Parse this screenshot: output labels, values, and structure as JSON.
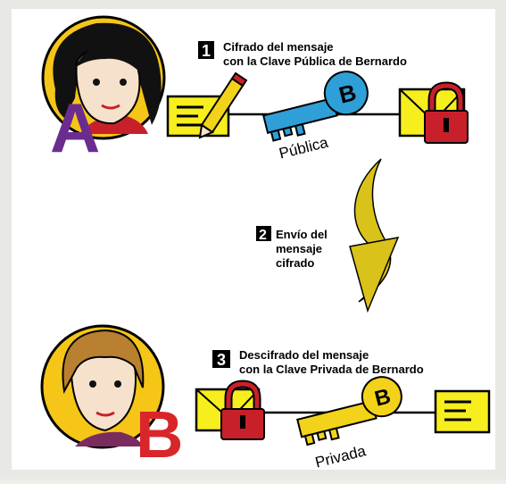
{
  "colors": {
    "border": "#e8e8e4",
    "panel": "#ffffff",
    "circle": "#f5c518",
    "paper": "#f7ee1e",
    "lock": "#c8202a",
    "key_blue": "#2f9fd8",
    "key_yellow": "#f3d21a",
    "arrow": "#d9c21a",
    "letter_a": "#6b2c8f",
    "letter_b": "#d8262b"
  },
  "steps": [
    {
      "number": "1",
      "line1": "Cifrado del mensaje",
      "line2": "con la Clave Pública de Bernardo"
    },
    {
      "number": "2",
      "line1": "Envío del",
      "line2": "mensaje",
      "line3": "cifrado"
    },
    {
      "number": "3",
      "line1": "Descifrado del mensaje",
      "line2": "con la Clave Privada de Bernardo"
    }
  ],
  "persons": {
    "sender_letter": "A",
    "receiver_letter": "B"
  },
  "keys": {
    "public_letter": "B",
    "public_label": "Pública",
    "private_letter": "B",
    "private_label": "Privada"
  }
}
